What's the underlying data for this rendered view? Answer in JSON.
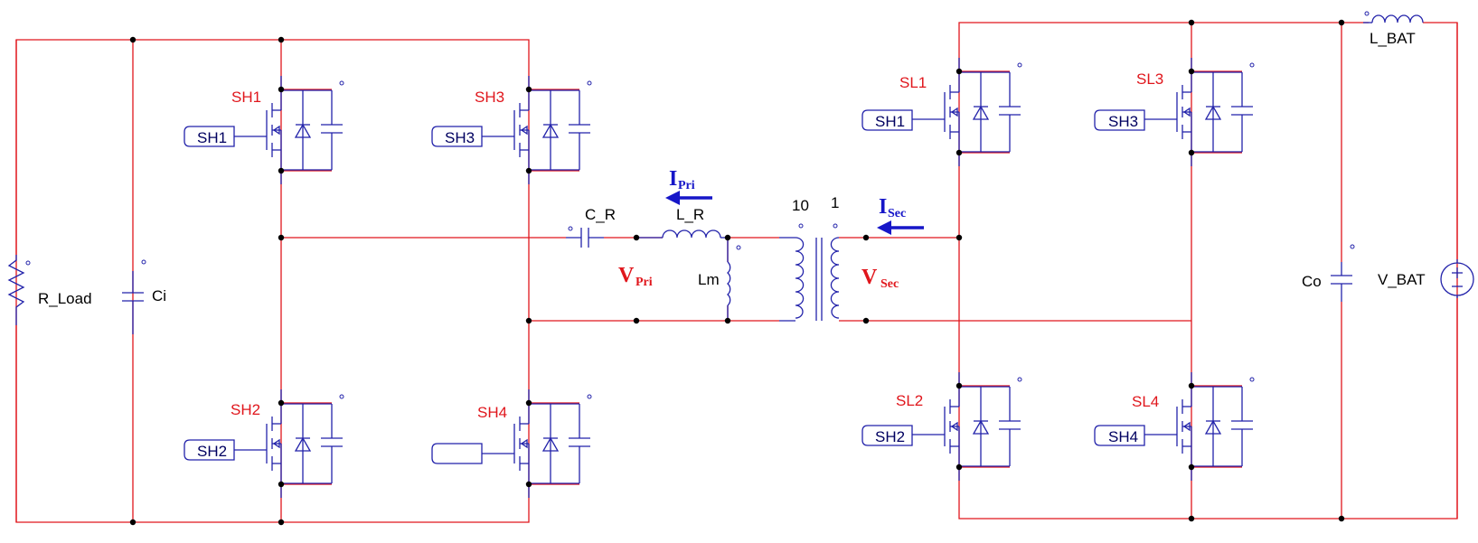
{
  "components": {
    "r_load": "R_Load",
    "ci": "Ci",
    "c_r": "C_R",
    "l_r": "L_R",
    "lm": "Lm",
    "co": "Co",
    "v_bat": "V_BAT",
    "l_bat": "L_BAT",
    "turns_primary": "10",
    "turns_secondary": "1"
  },
  "switches": {
    "sh1": "SH1",
    "sh2": "SH2",
    "sh3": "SH3",
    "sh4": "SH4",
    "sl1": "SL1",
    "sl2": "SL2",
    "sl3": "SL3",
    "sl4": "SL4"
  },
  "gate_drivers": {
    "sh1": "SH1",
    "sh2": "SH2",
    "sh3": "SH3",
    "sh4": "",
    "sl1": "SH1",
    "sl2": "SH2",
    "sl3": "SH3",
    "sl4": "SH4"
  },
  "annotations": {
    "i_pri": "I",
    "i_pri_sub": "Pri",
    "i_sec": "I",
    "i_sec_sub": "Sec",
    "v_pri": "V",
    "v_pri_sub": "Pri",
    "v_sec": "V",
    "v_sec_sub": "Sec"
  },
  "colors": {
    "wire": "#e0161c",
    "component": "#2222aa",
    "current_arrow": "#1616c8"
  }
}
